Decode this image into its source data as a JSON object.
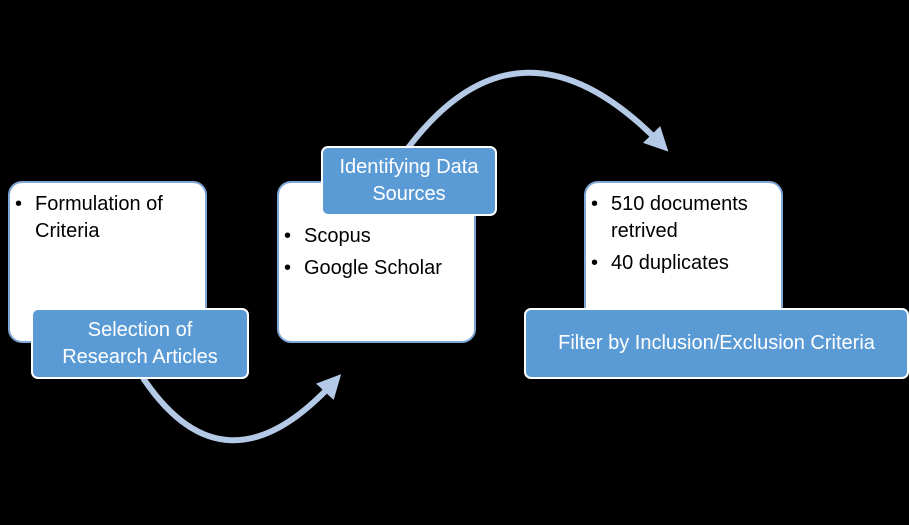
{
  "colors": {
    "background": "#000000",
    "card_fill": "#ffffff",
    "card_border": "#7fa7d6",
    "label_fill": "#5b9bd5",
    "label_text": "#ffffff",
    "arrow": "#b4c9e6"
  },
  "steps": [
    {
      "label": "Selection of Research Articles",
      "label_lines": [
        "Selection of",
        "Research Articles"
      ],
      "bullets": [
        "Formulation of Criteria"
      ]
    },
    {
      "label": "Identifying Data Sources",
      "label_lines": [
        "Identifying Data",
        "Sources"
      ],
      "bullets": [
        "Scopus",
        "Google Scholar"
      ]
    },
    {
      "label": "Filter by Inclusion/Exclusion Criteria",
      "label_lines": [
        "Filter by Inclusion/Exclusion Criteria"
      ],
      "bullets": [
        "510 documents retrived",
        "40 duplicates"
      ]
    }
  ],
  "bullet_glyph": "•"
}
